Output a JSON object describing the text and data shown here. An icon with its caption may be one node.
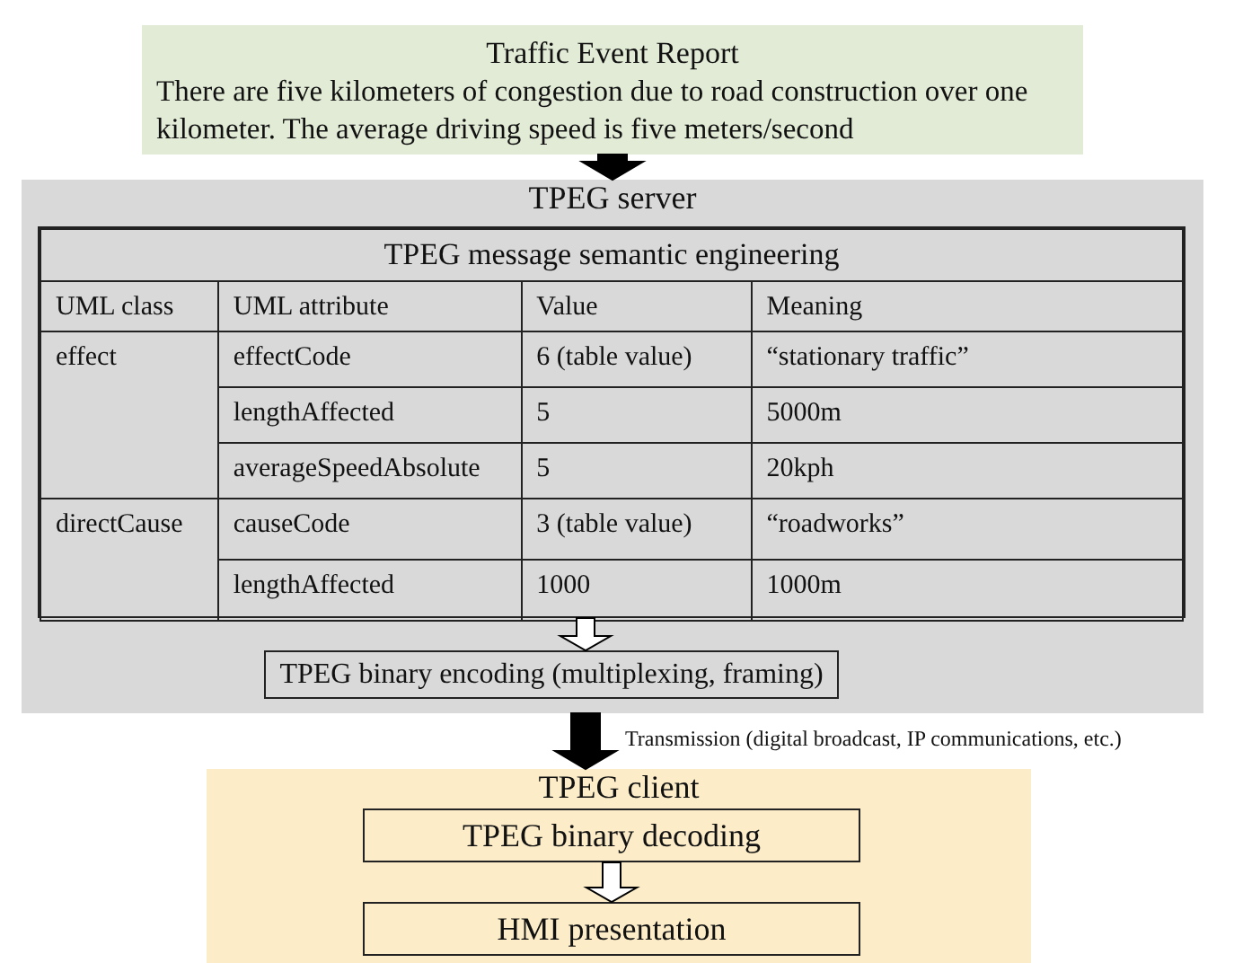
{
  "diagram": {
    "nodes": [
      {
        "text": [
          "Traffic Event Report",
          "There are five kilometers of congestion due to road construction over one kilometer. The average driving speed is five meters/second"
        ]
      },
      {
        "text": [
          "TPEG server"
        ]
      },
      {
        "text": [
          "TPEG message semantic engineering"
        ],
        "in": 1
      },
      {
        "text": [
          "TPEG binary encoding (multiplexing, framing)"
        ],
        "in": 1
      },
      {
        "text": [
          "TPEG client"
        ]
      },
      {
        "text": [
          "TPEG binary decoding"
        ],
        "in": 4
      },
      {
        "text": [
          "HMI presentation"
        ],
        "in": 4
      }
    ],
    "edges": [
      {
        "from": 0,
        "to": 1,
        "arrow": "to",
        "style": "thick"
      },
      {
        "from": 2,
        "to": 3,
        "arrow": "to"
      },
      {
        "from": 1,
        "to": 4,
        "arrow": "to",
        "style": "thick",
        "label": "Transmission (digital broadcast, IP communications, etc.)"
      },
      {
        "from": 5,
        "to": 6,
        "arrow": "to"
      }
    ],
    "labels": [
      "UML class",
      "UML attribute",
      "Value",
      "Meaning",
      "effect",
      "effectCode",
      "6 (table value)",
      "“stationary traffic”",
      "lengthAffected",
      "5",
      "5000m",
      "averageSpeedAbsolute",
      "5",
      "20kph",
      "directCause",
      "causeCode",
      "3 (table value)",
      "“roadworks”",
      "lengthAffected",
      "1000",
      "1000m"
    ]
  }
}
